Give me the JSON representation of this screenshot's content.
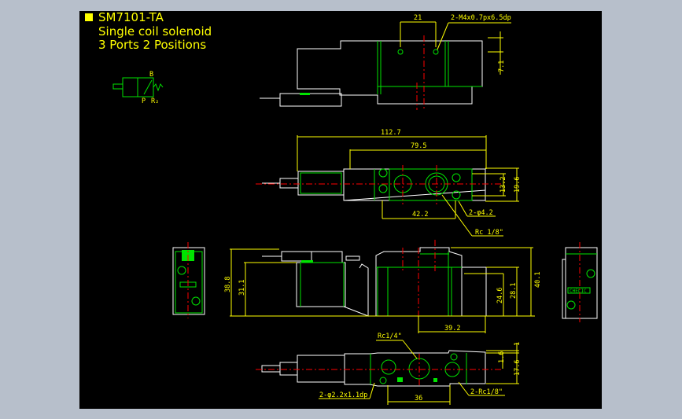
{
  "title_block": {
    "model": "SM7101-TA",
    "description": "Single coil solenoid",
    "configuration": "3 Ports 2 Positions"
  },
  "symbol": {
    "port_b": "B",
    "port_p": "P",
    "port_r": "R₂"
  },
  "top_view": {
    "dim_pitch": "21",
    "thread_note": "2-M4x0.7px6.5dp",
    "dim_height": "7.1"
  },
  "plan_view": {
    "dim_overall": "112.7",
    "dim_body": "79.5",
    "dim_holes": "42.2",
    "dim_width_inner": "13.2",
    "dim_width_outer": "19.6",
    "hole_note": "2-φ4.2",
    "port_note": "Rc 1/8\""
  },
  "front_view": {
    "dim_height_total": "38.8",
    "dim_height_coil": "31.1",
    "dim_right_1": "24.6",
    "dim_right_2": "28.1",
    "dim_right_3": "40.1",
    "dim_bottom": "39.2"
  },
  "side_label": "CHELIC",
  "bottom_view": {
    "port_in": "Rc1/4\"",
    "pin_note": "2-φ2.2x1.1dp",
    "port_out": "2-Rc1/8\"",
    "dim_pitch": "36",
    "dim_a": "1",
    "dim_b": "1.6",
    "dim_c": "17.6"
  },
  "colors": {
    "background": "#000000",
    "frame": "#b7bfcb",
    "outline": "#ffffff",
    "detail": "#00e400",
    "dimension": "#ffff00",
    "centerline": "#ff0000"
  }
}
